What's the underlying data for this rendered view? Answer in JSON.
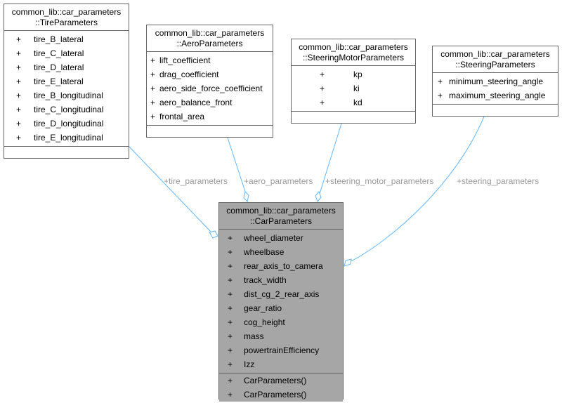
{
  "classes": {
    "tire": {
      "title_l1": "common_lib::car_parameters",
      "title_l2": "::TireParameters",
      "attrs": [
        {
          "v": "+",
          "n": "tire_B_lateral"
        },
        {
          "v": "+",
          "n": "tire_C_lateral"
        },
        {
          "v": "+",
          "n": "tire_D_lateral"
        },
        {
          "v": "+",
          "n": "tire_E_lateral"
        },
        {
          "v": "+",
          "n": "tire_B_longitudinal"
        },
        {
          "v": "+",
          "n": "tire_C_longitudinal"
        },
        {
          "v": "+",
          "n": "tire_D_longitudinal"
        },
        {
          "v": "+",
          "n": "tire_E_longitudinal"
        }
      ]
    },
    "aero": {
      "title_l1": "common_lib::car_parameters",
      "title_l2": "::AeroParameters",
      "attrs": [
        {
          "v": "+",
          "n": "lift_coefficient"
        },
        {
          "v": "+",
          "n": "drag_coefficient"
        },
        {
          "v": "+",
          "n": "aero_side_force_coefficient"
        },
        {
          "v": "+",
          "n": "aero_balance_front"
        },
        {
          "v": "+",
          "n": "frontal_area"
        }
      ]
    },
    "motor": {
      "title_l1": "common_lib::car_parameters",
      "title_l2": "::SteeringMotorParameters",
      "attrs": [
        {
          "v": "+",
          "n": "kp"
        },
        {
          "v": "+",
          "n": "ki"
        },
        {
          "v": "+",
          "n": "kd"
        }
      ]
    },
    "steer": {
      "title_l1": "common_lib::car_parameters",
      "title_l2": "::SteeringParameters",
      "attrs": [
        {
          "v": "+",
          "n": "minimum_steering_angle"
        },
        {
          "v": "+",
          "n": "maximum_steering_angle"
        }
      ]
    },
    "car": {
      "title_l1": "common_lib::car_parameters",
      "title_l2": "::CarParameters",
      "attrs": [
        {
          "v": "+",
          "n": "wheel_diameter"
        },
        {
          "v": "+",
          "n": "wheelbase"
        },
        {
          "v": "+",
          "n": "rear_axis_to_camera"
        },
        {
          "v": "+",
          "n": "track_width"
        },
        {
          "v": "+",
          "n": "dist_cg_2_rear_axis"
        },
        {
          "v": "+",
          "n": "gear_ratio"
        },
        {
          "v": "+",
          "n": "cog_height"
        },
        {
          "v": "+",
          "n": "mass"
        },
        {
          "v": "+",
          "n": "powertrainEfficiency"
        },
        {
          "v": "+",
          "n": "Izz"
        }
      ],
      "ops": [
        {
          "v": "+",
          "n": "CarParameters()"
        },
        {
          "v": "+",
          "n": "CarParameters()"
        }
      ]
    }
  },
  "edges": {
    "tire": "+tire_parameters",
    "aero": "+aero_parameters",
    "motor": "+steering_motor_parameters",
    "steer": "+steering_parameters"
  },
  "colors": {
    "edge": "#63b8ff",
    "label": "#9a9a9a",
    "main_fill": "#a6a6a6",
    "border": "#666666"
  }
}
